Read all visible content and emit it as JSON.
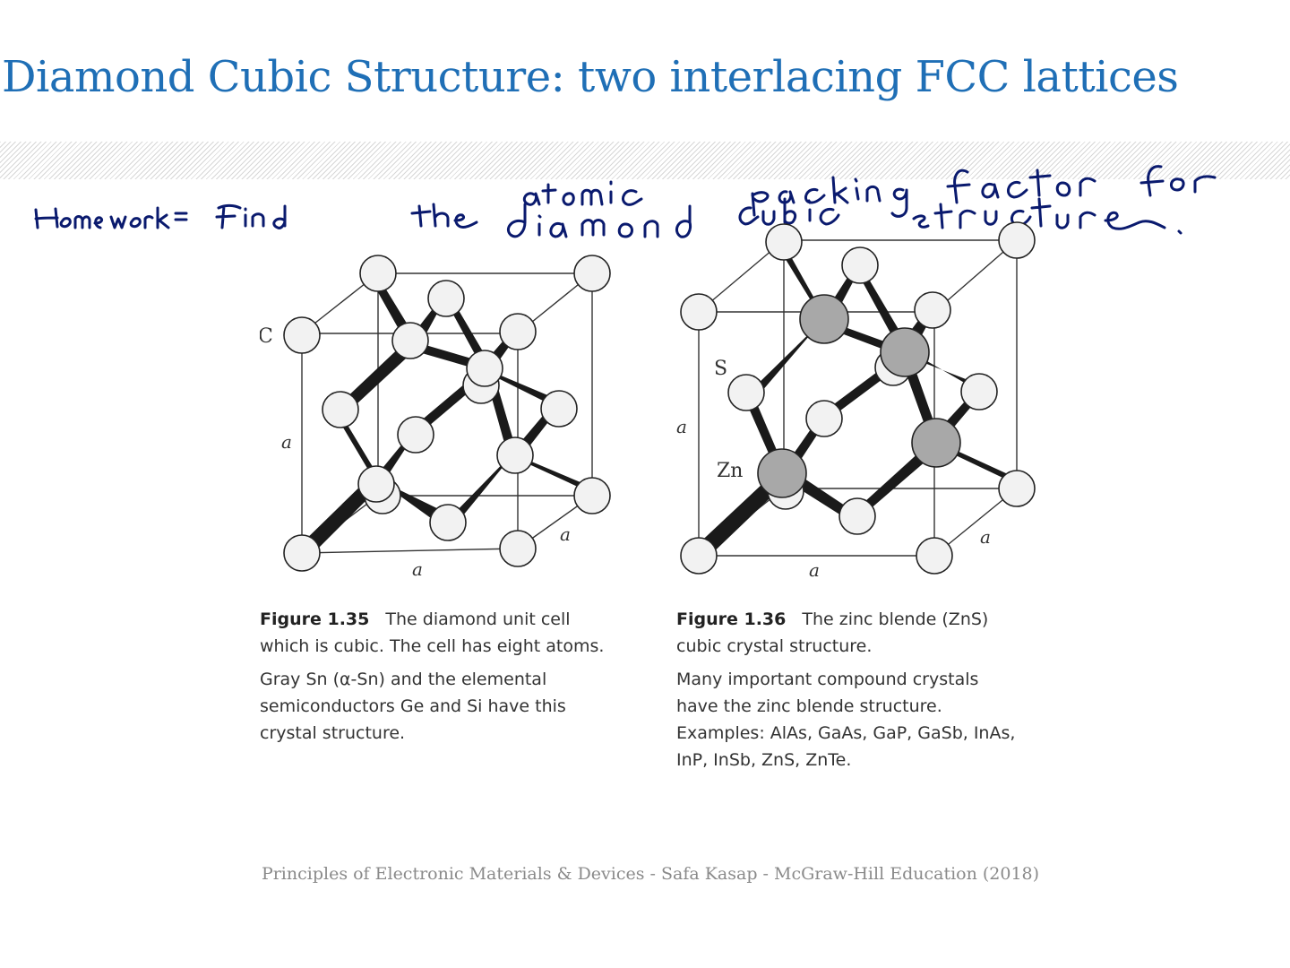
{
  "slide": {
    "title": "Diamond Cubic Structure: two interlacing FCC lattices",
    "handwritten_note": "Homework = Find the atomic packing factor for diamond cubic structure.",
    "ink_color": "#0a1a6e",
    "title_color": "#1f6fb6"
  },
  "figure_left": {
    "atom_label": "C",
    "edge_label_vertical": "a",
    "edge_label_bottom": "a",
    "edge_label_depth": "a",
    "caption_label": "Figure 1.35",
    "caption_text": "The diamond unit cell which is cubic. The cell has eight atoms.",
    "caption_note": "Gray Sn (α-Sn) and the elemental semiconductors Ge and Si have this crystal structure."
  },
  "figure_right": {
    "atom_label_s": "S",
    "atom_label_zn": "Zn",
    "edge_label_vertical": "a",
    "edge_label_bottom": "a",
    "edge_label_depth": "a",
    "caption_label": "Figure 1.36",
    "caption_text": "The zinc blende (ZnS) cubic crystal structure.",
    "caption_note": "Many important compound crystals have the zinc blende structure. Examples: AlAs, GaAs, GaP, GaSb, InAs, InP, InSb, ZnS, ZnTe."
  },
  "footer": {
    "citation": "Principles of Electronic Materials & Devices - Safa Kasap - McGraw-Hill Education (2018)"
  }
}
